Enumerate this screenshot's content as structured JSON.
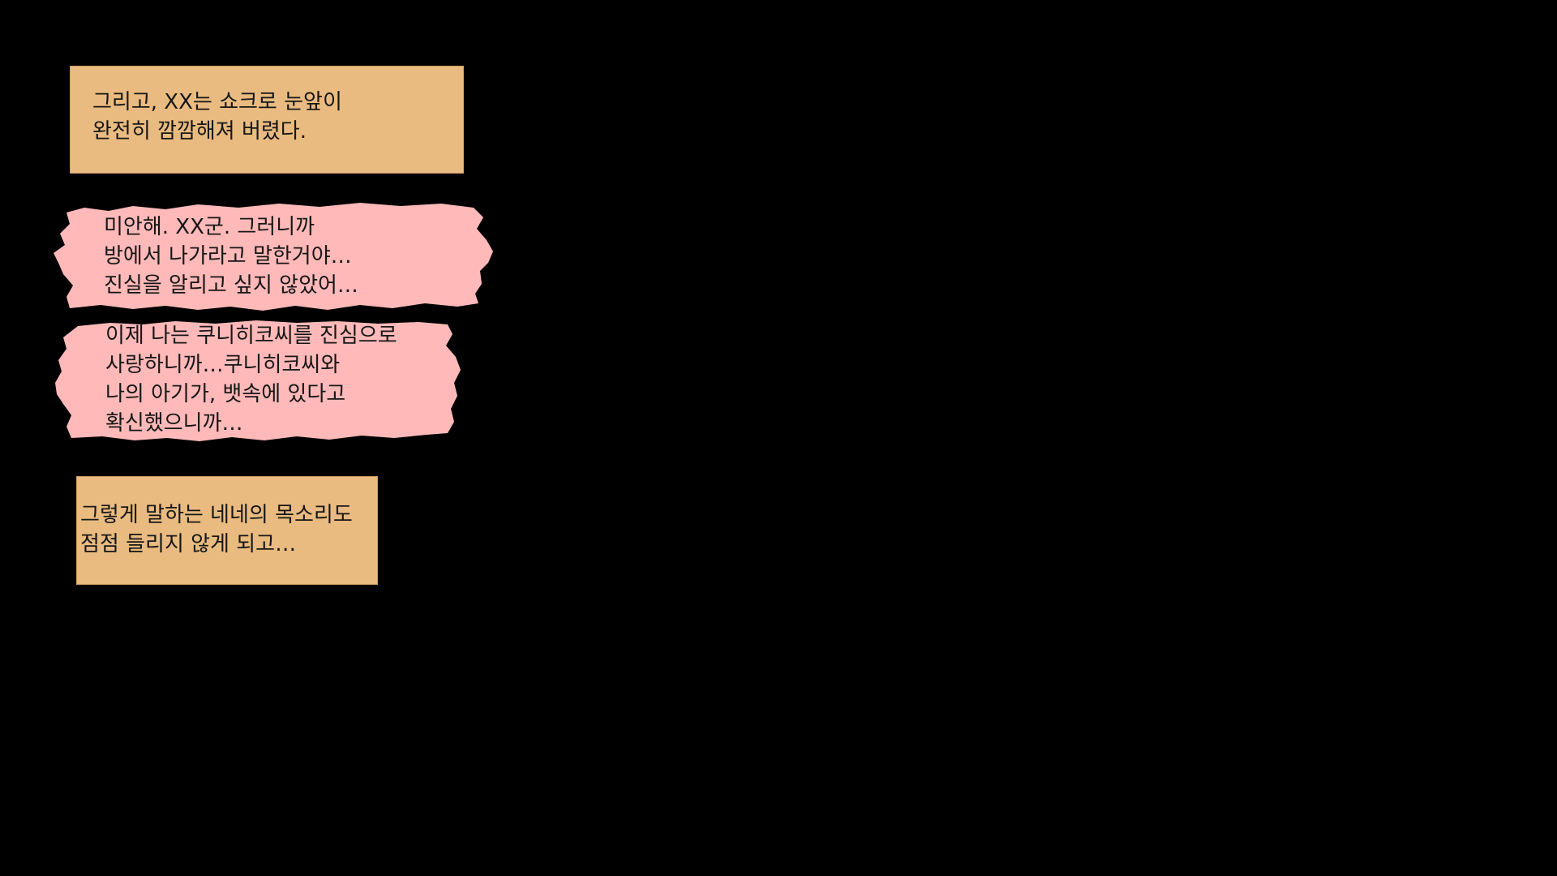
{
  "colors": {
    "background": "#000000",
    "narration_box": "#e9bb80",
    "speech_bubble": "#ffb9b9",
    "text": "#161616"
  },
  "panels": {
    "narration_1": {
      "lines": [
        "그리고, XX는 쇼크로 눈앞이",
        "완전히 깜깜해져 버렸다."
      ]
    },
    "speech_1": {
      "lines": [
        "미안해. XX군. 그러니까",
        "방에서 나가라고 말한거야…",
        "진실을 알리고 싶지 않았어…"
      ]
    },
    "speech_2": {
      "lines": [
        "이제 나는 쿠니히코씨를 진심으로",
        "사랑하니까…쿠니히코씨와",
        "나의 아기가, 뱃속에 있다고",
        "확신했으니까…"
      ]
    },
    "narration_2": {
      "lines": [
        "그렇게 말하는 네네의 목소리도",
        "점점 들리지 않게 되고…"
      ]
    }
  }
}
